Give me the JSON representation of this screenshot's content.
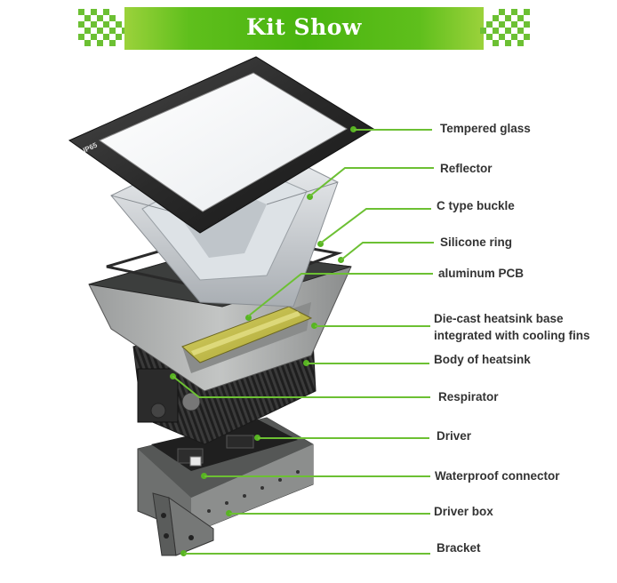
{
  "header": {
    "title": "Kit Show"
  },
  "product": {
    "glass_mark": "IP65"
  },
  "callouts": [
    {
      "id": "tempered-glass",
      "label": "Tempered glass"
    },
    {
      "id": "reflector",
      "label": "Reflector"
    },
    {
      "id": "c-type-buckle",
      "label": "C type buckle"
    },
    {
      "id": "silicone-ring",
      "label": "Silicone ring"
    },
    {
      "id": "aluminum-pcb",
      "label": "aluminum PCB"
    },
    {
      "id": "die-cast-heatsink-base",
      "label": "Die-cast heatsink base",
      "label2": "integrated with cooling fins"
    },
    {
      "id": "body-of-heatsink",
      "label": "Body of heatsink"
    },
    {
      "id": "respirator",
      "label": "Respirator"
    },
    {
      "id": "driver",
      "label": "Driver"
    },
    {
      "id": "waterproof-connector",
      "label": "Waterproof connector"
    },
    {
      "id": "driver-box",
      "label": "Driver box"
    },
    {
      "id": "bracket",
      "label": "Bracket"
    }
  ],
  "colors": {
    "accent_green": "#4cb514",
    "callout_line": "#6cc033",
    "label_text": "#333333"
  }
}
